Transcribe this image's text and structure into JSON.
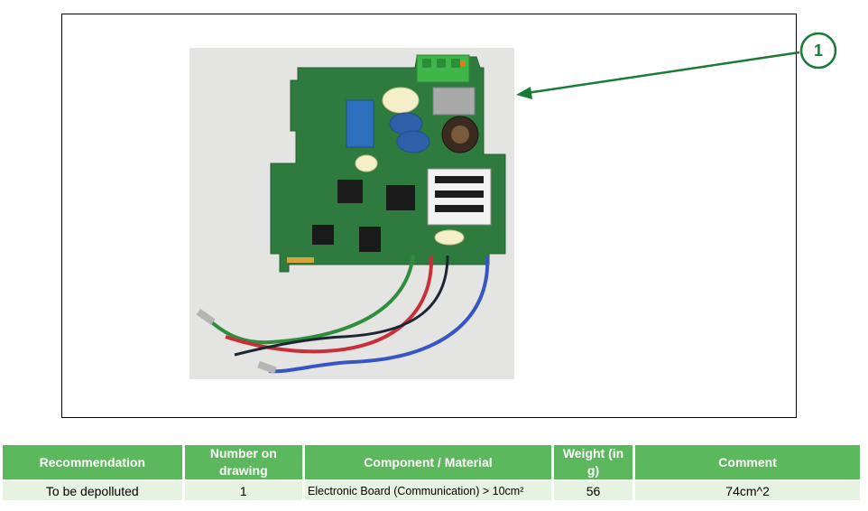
{
  "callout": {
    "number": "1"
  },
  "table": {
    "headers": [
      "Recommendation",
      "Number on drawing",
      "Component / Material",
      "Weight (in g)",
      "Comment"
    ],
    "rows": [
      {
        "recommendation": "To be depolluted",
        "number": "1",
        "component": "Electronic Board (Communication) > 10cm²",
        "weight": "56",
        "comment": "74cm^2"
      }
    ]
  },
  "colors": {
    "header_bg": "#5cb85c",
    "row_bg": "#e5f3e0",
    "callout": "#1b7a36",
    "pcb": "#2f7a3e"
  },
  "icons": {
    "callout_arrow": "arrow-left-icon"
  }
}
